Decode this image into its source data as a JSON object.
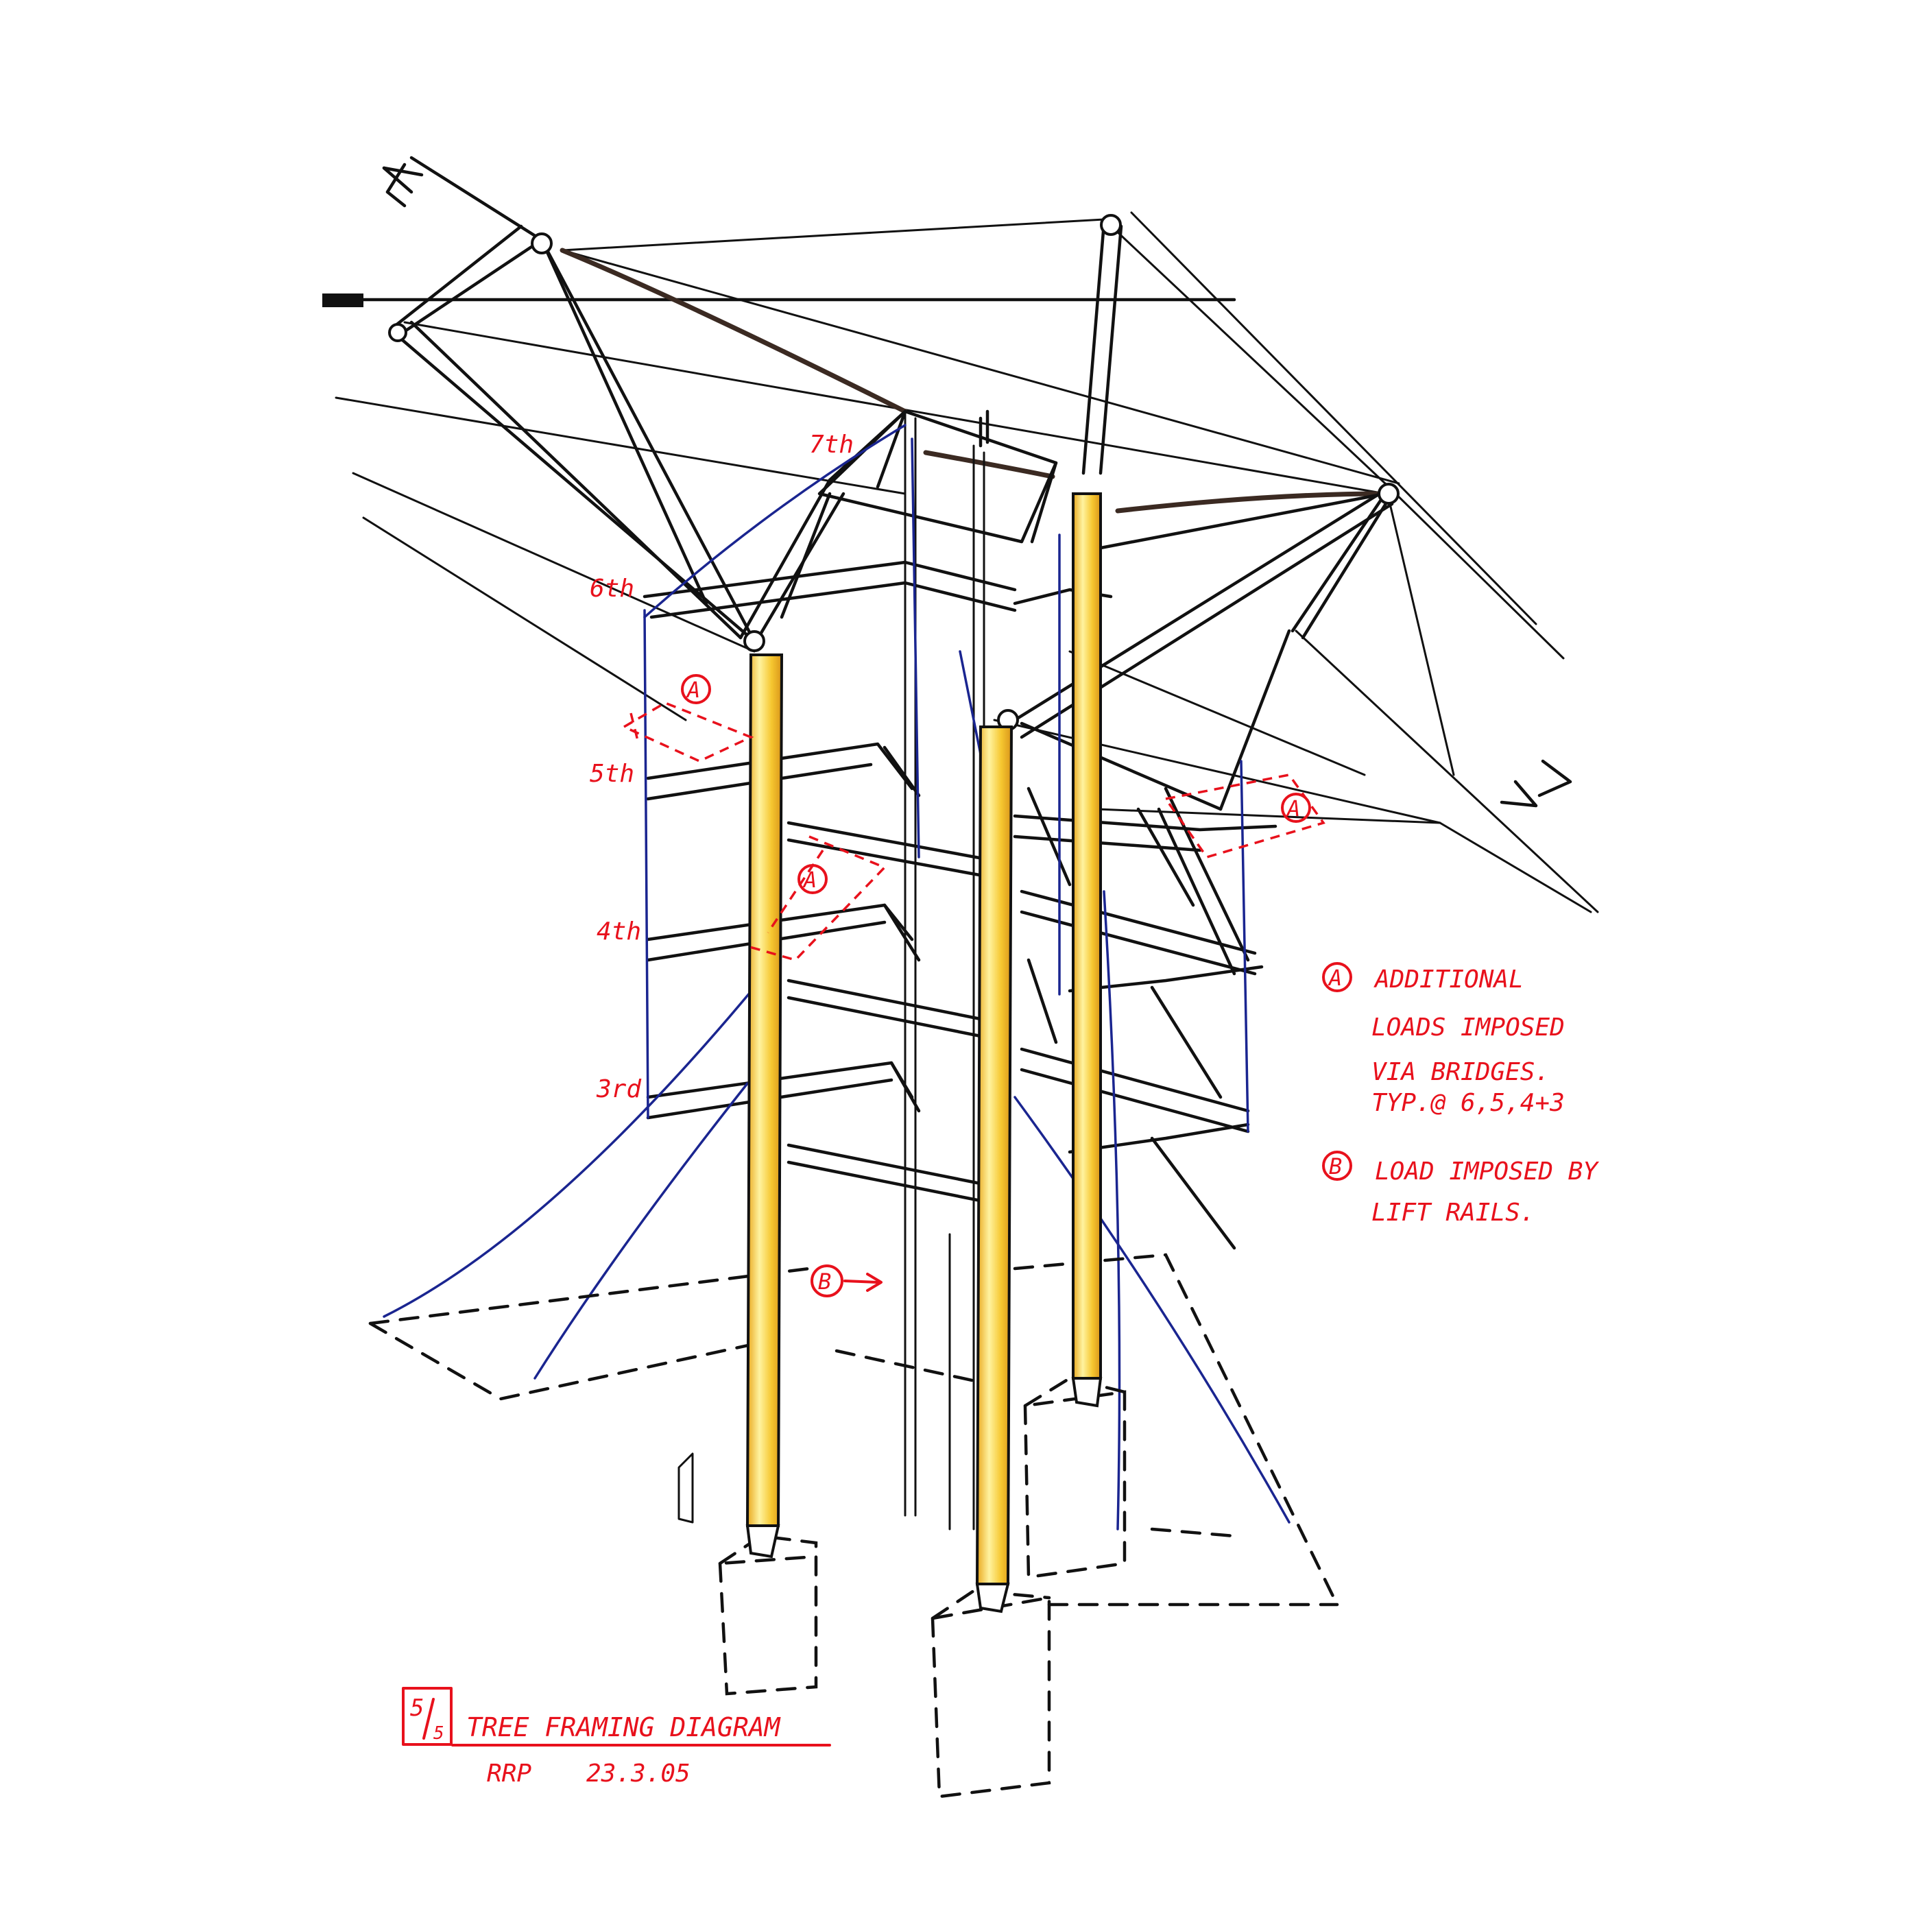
{
  "floor_labels": {
    "seventh": "7th",
    "sixth": "6th",
    "fifth": "5th",
    "fourth": "4th",
    "third": "3rd"
  },
  "markers": {
    "a": "A",
    "b": "B"
  },
  "legend": {
    "a_lines": [
      "ADDITIONAL",
      "LOADS IMPOSED",
      "VIA BRIDGES.",
      "TYP.@ 6,5,4+3"
    ],
    "b_lines": [
      "LOAD IMPOSED BY",
      "LIFT RAILS."
    ]
  },
  "title_block": {
    "sheet_number": "5",
    "sheet_total": "5",
    "title": "TREE FRAMING DIAGRAM",
    "author": "RRP",
    "date": "23.3.05"
  },
  "colors": {
    "ink": "#111111",
    "annotation_red": "#e8111c",
    "tension_blue": "#1a2590",
    "column_yellow": "#f6c730",
    "column_highlight": "#fff3a0"
  }
}
